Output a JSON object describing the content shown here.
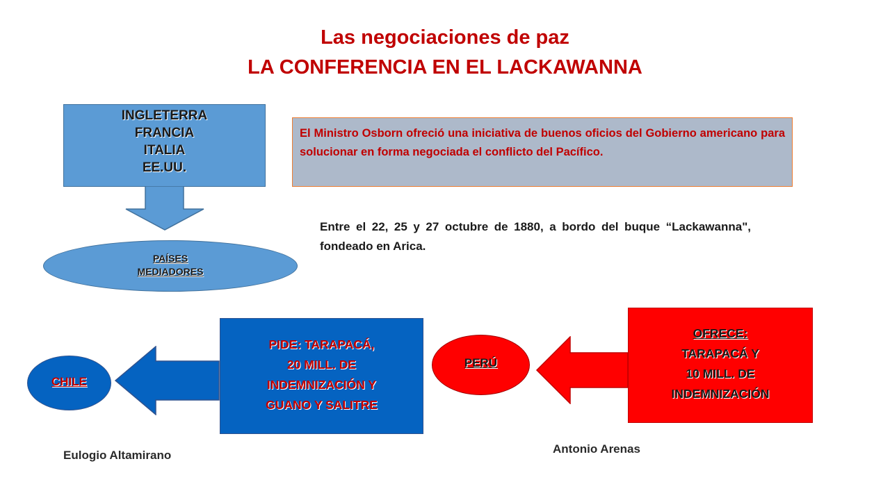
{
  "title": {
    "line1": "Las negociaciones de paz",
    "line2": "LA CONFERENCIA EN EL LACKAWANNA"
  },
  "mediator_countries": [
    "INGLETERRA",
    "FRANCIA",
    "ITALIA",
    "EE.UU."
  ],
  "mediators_label": [
    "PAÍSES",
    "MEDIADORES"
  ],
  "osborn_text": "El Ministro Osborn ofreció una iniciativa de buenos oficios del Gobierno americano para solucionar en forma negociada el conflicto del Pacífico.",
  "lackawanna_text": "Entre el 22, 25 y 27 octubre de 1880, a bordo del buque “Lackawanna\", fondeado en Arica.",
  "chile": {
    "label": "CHILE",
    "demand": [
      "PIDE: TARAPACÁ,",
      "20 MILL. DE",
      "INDEMNIZACIÓN Y",
      "GUANO Y SALITRE"
    ],
    "delegate": "Eulogio Altamirano"
  },
  "peru": {
    "label": "PERÚ",
    "offer": [
      "OFRECE:",
      "TARAPACÁ Y",
      "10 MILL. DE",
      "INDEMNIZACIÓN"
    ],
    "delegate": "Antonio Arenas"
  },
  "colors": {
    "title": "#c00000",
    "blue_light": "#5b9bd5",
    "blue_dark": "#0563c1",
    "red": "#ff0000",
    "grey_box": "#adb9ca",
    "box_border": "#ed7d31"
  }
}
